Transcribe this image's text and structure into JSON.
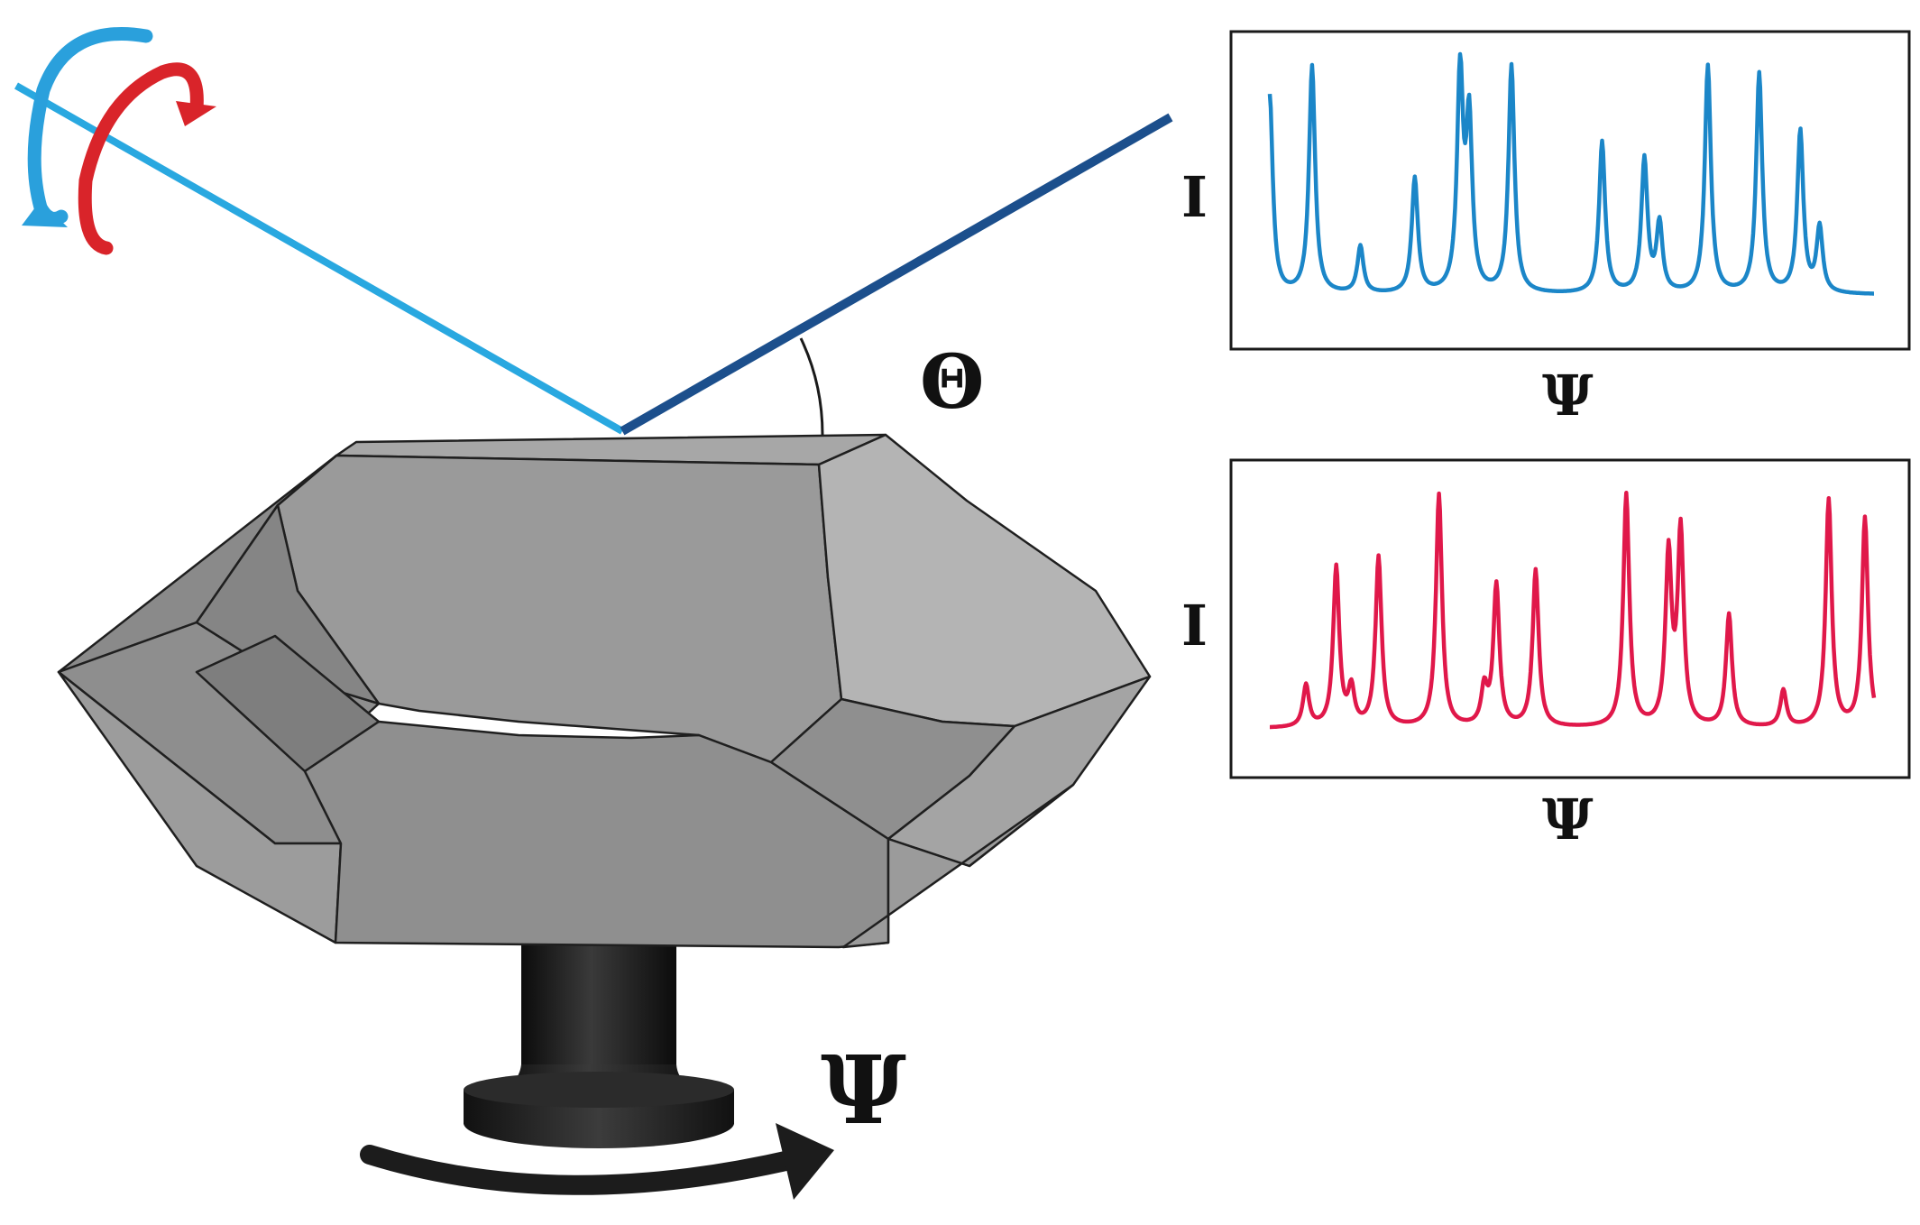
{
  "labels": {
    "theta": "Θ",
    "psi_rotation": "Ψ",
    "top_plot_ylabel": "I",
    "top_plot_xlabel": "Ψ",
    "bottom_plot_ylabel": "I",
    "bottom_plot_xlabel": "Ψ"
  },
  "colors": {
    "incident_beam": "#29a8e0",
    "reflected_beam": "#1c4f8c",
    "top_spectrum": "#1b86c8",
    "bottom_spectrum": "#e0184a",
    "crystal_face": "#9a9a9a",
    "mount": "#1c1c1c",
    "polarization_blue": "#2aa0dc",
    "polarization_red": "#d9242a"
  },
  "chart_data": [
    {
      "type": "line",
      "xlabel": "Ψ",
      "ylabel": "I",
      "series": [
        {
          "peaks": [
            [
              0.0,
              0.84
            ],
            [
              0.07,
              0.95
            ],
            [
              0.15,
              0.26
            ],
            [
              0.24,
              0.52
            ],
            [
              0.315,
              0.91
            ],
            [
              0.33,
              0.72
            ],
            [
              0.4,
              0.95
            ],
            [
              0.55,
              0.66
            ],
            [
              0.62,
              0.59
            ],
            [
              0.645,
              0.34
            ],
            [
              0.725,
              0.95
            ],
            [
              0.81,
              0.92
            ],
            [
              0.878,
              0.7
            ],
            [
              0.91,
              0.33
            ]
          ],
          "baseline": 0.08
        }
      ]
    },
    {
      "type": "line",
      "xlabel": "Ψ",
      "ylabel": "I",
      "series": [
        {
          "peaks": [
            [
              0.06,
              0.22
            ],
            [
              0.11,
              0.67
            ],
            [
              0.135,
              0.2
            ],
            [
              0.18,
              0.71
            ],
            [
              0.28,
              0.95
            ],
            [
              0.355,
              0.2
            ],
            [
              0.375,
              0.6
            ],
            [
              0.44,
              0.66
            ],
            [
              0.59,
              0.95
            ],
            [
              0.66,
              0.71
            ],
            [
              0.68,
              0.8
            ],
            [
              0.76,
              0.49
            ],
            [
              0.85,
              0.2
            ],
            [
              0.925,
              0.93
            ],
            [
              0.985,
              0.86
            ]
          ],
          "baseline": 0.06
        }
      ]
    }
  ]
}
